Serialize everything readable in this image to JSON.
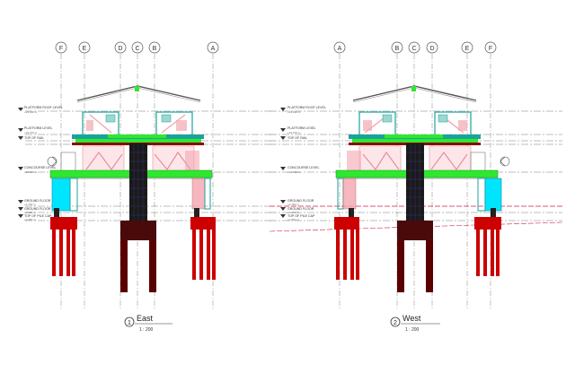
{
  "views": [
    {
      "id": "east",
      "number": "1",
      "title": "East",
      "scale": "1 : 200",
      "grid_labels": [
        "F",
        "E",
        "D",
        "C",
        "B",
        "A"
      ],
      "level_labels": [
        {
          "name": "PLATFORM ROOF LEVEL",
          "elev": "+23.920 m"
        },
        {
          "name": "PLATFORM LEVEL",
          "elev": "+19.370 m"
        },
        {
          "name": "TOP OF RAIL",
          "elev": ""
        },
        {
          "name": "CONCOURSE LEVEL",
          "elev": "+12.660 m"
        },
        {
          "name": "GROUND FLOOR",
          "elev": "+4.750 m"
        },
        {
          "name": "GROUND FLOOR",
          "elev": "+3.150 m"
        },
        {
          "name": "TOP OF PILE CAP",
          "elev": "+2.350 m"
        }
      ]
    },
    {
      "id": "west",
      "number": "2",
      "title": "West",
      "scale": "1 : 200",
      "grid_labels": [
        "A",
        "B",
        "C",
        "D",
        "E",
        "F"
      ],
      "level_labels": [
        {
          "name": "PLATFORM ROOF LEVEL",
          "elev": "+23.920 m"
        },
        {
          "name": "PLATFORM LEVEL",
          "elev": "+19.370 m"
        },
        {
          "name": "TOP OF RAIL",
          "elev": ""
        },
        {
          "name": "CONCOURSE LEVEL",
          "elev": "+12.660 m"
        },
        {
          "name": "GROUND FLOOR",
          "elev": "+4.750 m"
        },
        {
          "name": "GROUND FLOOR",
          "elev": "+3.150 m"
        },
        {
          "name": "TOP OF PILE CAP",
          "elev": "+2.350 m"
        }
      ]
    }
  ],
  "colors": {
    "pile": "#cc0000",
    "pile_dark": "#8b0000",
    "core": "#1a1a1a",
    "beam_green": "#2ee82e",
    "glass_cyan": "#00e5ff",
    "stair_pink": "#f4a6b0",
    "frame_teal": "#1aa39a",
    "structure_gray": "#6d6d6d",
    "grid_line": "#999999",
    "level_line": "#777777"
  }
}
